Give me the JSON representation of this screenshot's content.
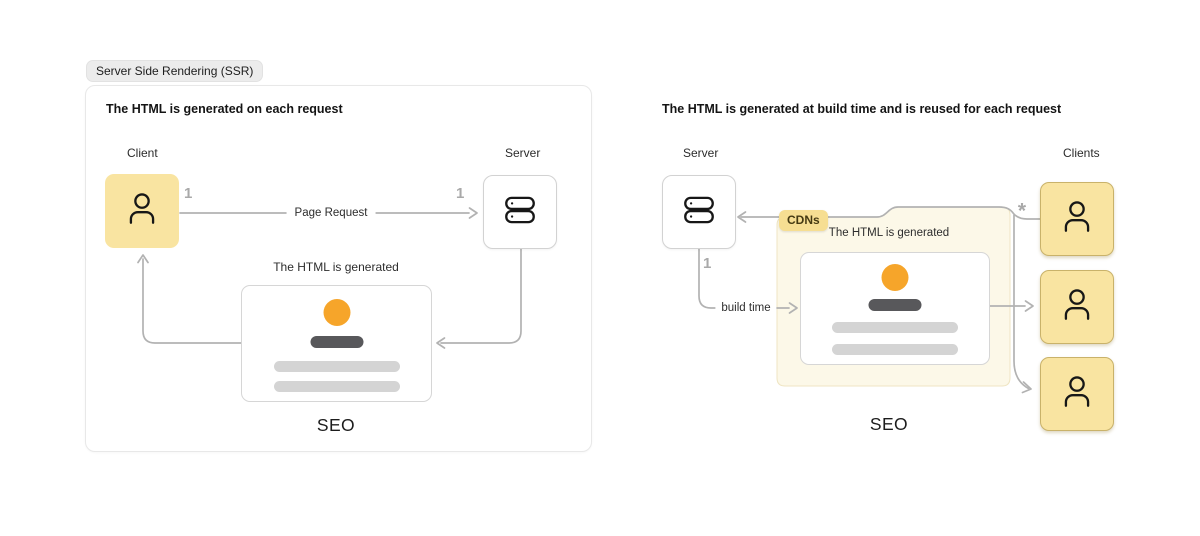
{
  "left": {
    "badge": "Server Side Rendering (SSR)",
    "title": "The HTML is generated on each request",
    "client_label": "Client",
    "server_label": "Server",
    "count_client": "1",
    "count_server": "1",
    "page_request_label": "Page Request",
    "generated_label": "The HTML is generated",
    "seo_label": "SEO"
  },
  "right": {
    "title": "The HTML is generated at build time and is reused for each request",
    "server_label": "Server",
    "clients_label": "Clients",
    "build_count": "1",
    "build_time_label": "build time",
    "cdns_label": "CDNs",
    "generated_label": "The HTML is generated",
    "seo_label": "SEO",
    "many_requests_marker": "*"
  },
  "icons": {
    "client": "person-icon",
    "server": "server-rack-icon"
  },
  "colors": {
    "accent_yellow": "#f9e4a1",
    "yellow_border": "#c9b26a",
    "accent_orange": "#f6a52a",
    "cdn_region": "#fcf8e8",
    "cdns_chip": "#f6de92",
    "line_gray": "#b2b2b2",
    "muted_count_gray": "#a9a9a9",
    "skeleton_dark": "#58585b",
    "skeleton_light": "#d4d4d4",
    "card_border": "#e8e8e8",
    "badge_gray": "#ececec"
  }
}
